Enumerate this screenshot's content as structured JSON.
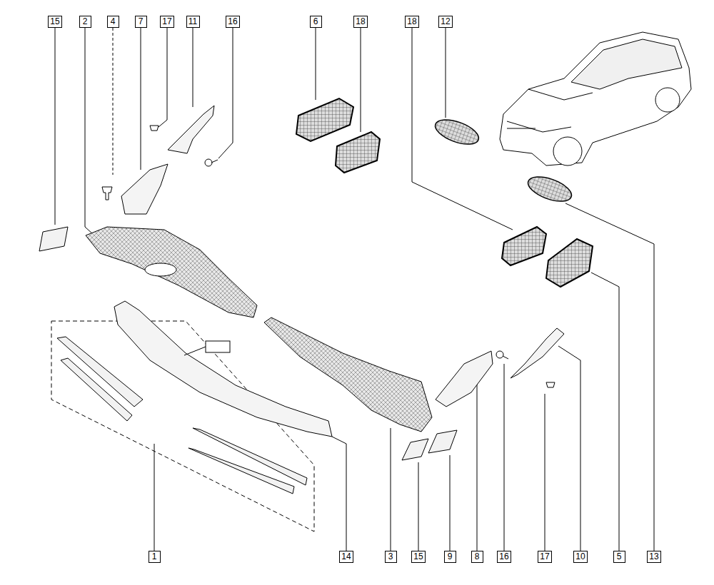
{
  "diagram": {
    "nodes": [
      {
        "text": [
          "15"
        ]
      },
      {
        "text": [
          "2"
        ]
      },
      {
        "text": [
          "4"
        ]
      },
      {
        "text": [
          "7"
        ]
      },
      {
        "text": [
          "17"
        ]
      },
      {
        "text": [
          "11"
        ]
      },
      {
        "text": [
          "16"
        ]
      },
      {
        "text": [
          "6"
        ]
      },
      {
        "text": [
          "18"
        ]
      },
      {
        "text": [
          "18"
        ]
      },
      {
        "text": [
          "12"
        ]
      },
      {
        "text": [
          "1"
        ]
      },
      {
        "text": [
          "14"
        ]
      },
      {
        "text": [
          "3"
        ]
      },
      {
        "text": [
          "15"
        ]
      },
      {
        "text": [
          "9"
        ]
      },
      {
        "text": [
          "8"
        ]
      },
      {
        "text": [
          "16"
        ]
      },
      {
        "text": [
          "17"
        ]
      },
      {
        "text": [
          "10"
        ]
      },
      {
        "text": [
          "5"
        ]
      },
      {
        "text": [
          "13"
        ]
      }
    ]
  }
}
